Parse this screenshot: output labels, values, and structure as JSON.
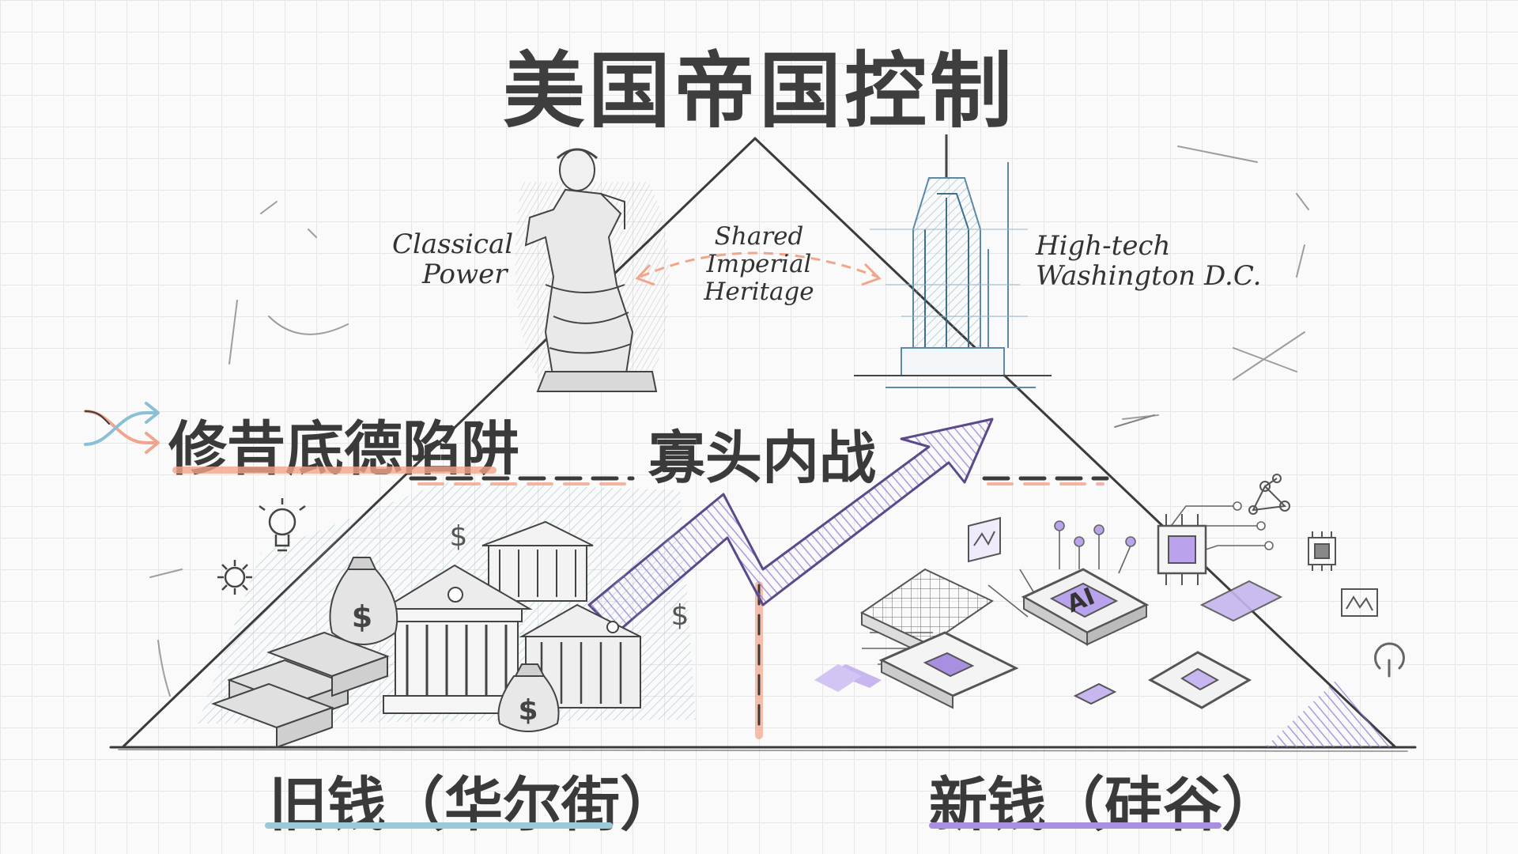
{
  "title": "美国帝国控制",
  "thucydides_trap": "修昔底德陷阱",
  "oligarch_civil_war": "寡头内战",
  "classical_power": [
    "Classical",
    "Power"
  ],
  "shared_heritage": [
    "Shared",
    "Imperial",
    "Heritage"
  ],
  "hightech_dc": [
    "High-tech",
    "Washington D.C."
  ],
  "old_money": "旧钱（华尔街）",
  "new_money": "新钱（硅谷）",
  "ai_chip_label": "AI",
  "colors": {
    "ink": "#3a3a3a",
    "old_money_accent": "#9cc9d8",
    "new_money_accent": "#a98fe0",
    "trap_accent": "#f2a58a",
    "arrow_fill": "#b7a4ec"
  },
  "icons": [
    "shuffle-icon",
    "lightbulb-icon",
    "gear-icon",
    "dollar-icon",
    "power-icon",
    "chip-icon",
    "network-icon",
    "chart-icon"
  ]
}
